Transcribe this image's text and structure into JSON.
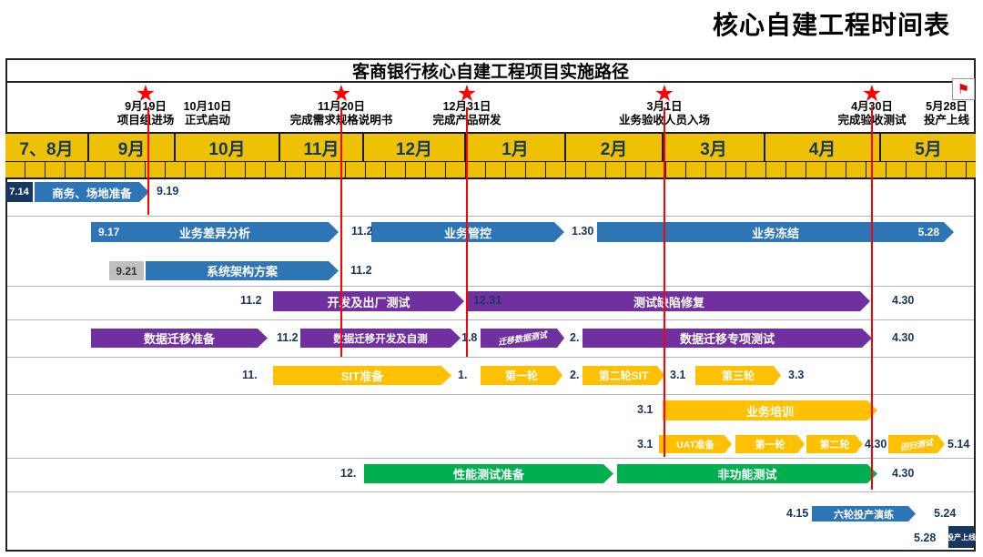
{
  "page_title": "核心自建工程时间表",
  "chart": {
    "title": "客商银行核心自建工程项目实施路径",
    "months": [
      "7、8月",
      "9月",
      "10月",
      "11月",
      "12月",
      "1月",
      "2月",
      "3月",
      "4月",
      "5月"
    ],
    "milestones": [
      {
        "date": "9月19日",
        "label": "项目组进场"
      },
      {
        "date": "10月10日",
        "label": "正式启动"
      },
      {
        "date": "11月20日",
        "label": "完成需求规格说明书"
      },
      {
        "date": "12月31日",
        "label": "完成产品研发"
      },
      {
        "date": "3月1日",
        "label": "业务验收人员入场"
      },
      {
        "date": "4月30日",
        "label": "完成验收测试"
      },
      {
        "date": "5月28日",
        "label": "投产上线"
      }
    ]
  },
  "icons": {
    "star": "★",
    "flag": "⚑"
  },
  "colors": {
    "blue": "#2E75B6",
    "dark_blue": "#17375E",
    "purple": "#7030A0",
    "orange": "#FFC000",
    "green": "#00B050",
    "gray": "#BFBFBF",
    "header_yellow": "#EFC104",
    "milestone_red": "#FF0000"
  },
  "rows": {
    "r1": {
      "start_box": "7.14",
      "bar1": "商务、场地准备",
      "d1": "9.19"
    },
    "r2": {
      "bar1_start": "9.17",
      "bar1": "业务差异分析",
      "d1": "11.2",
      "bar2": "业务管控",
      "d2": "1.30",
      "bar3": "业务冻结",
      "bar3_end": "5.28"
    },
    "r3": {
      "start_box": "9.21",
      "bar1": "系统架构方案",
      "d1": "11.2"
    },
    "r4": {
      "d0": "11.2",
      "bar1": "开发及出厂测试",
      "d1": "12.31",
      "bar2": "测试缺陷修复",
      "d2": "4.30"
    },
    "r5": {
      "bar1": "数据迁移准备",
      "d1": "11.2",
      "bar2": "数据迁移开发及自测",
      "d2": "1.8",
      "bar3": "迁移数据测试",
      "d3": "2.",
      "bar4": "数据迁移专项测试",
      "d4": "4.30"
    },
    "r6": {
      "d0": "11.",
      "bar1": "SIT准备",
      "d1": "1.",
      "bar2": "第一轮",
      "d2": "2.",
      "bar3": "第二轮SIT",
      "d3": "3.1",
      "bar4": "第三轮",
      "d4": "3.3"
    },
    "r7": {
      "d0": "3.1",
      "bar1": "业务培训"
    },
    "r8": {
      "d0": "3.1",
      "bar1": "UAT准备",
      "bar2": "第一轮",
      "bar3": "第二轮",
      "d1": "4.30",
      "bar4": "回归测试",
      "d2": "5.14"
    },
    "r9": {
      "d0": "12.",
      "bar1": "性能测试准备",
      "bar2": "非功能测试",
      "d1": "4.30"
    },
    "r10": {
      "d0": "4.15",
      "bar1": "六轮投产演练",
      "d1": "5.24"
    },
    "r11": {
      "d0": "5.28",
      "end_box": "投产上线"
    }
  }
}
